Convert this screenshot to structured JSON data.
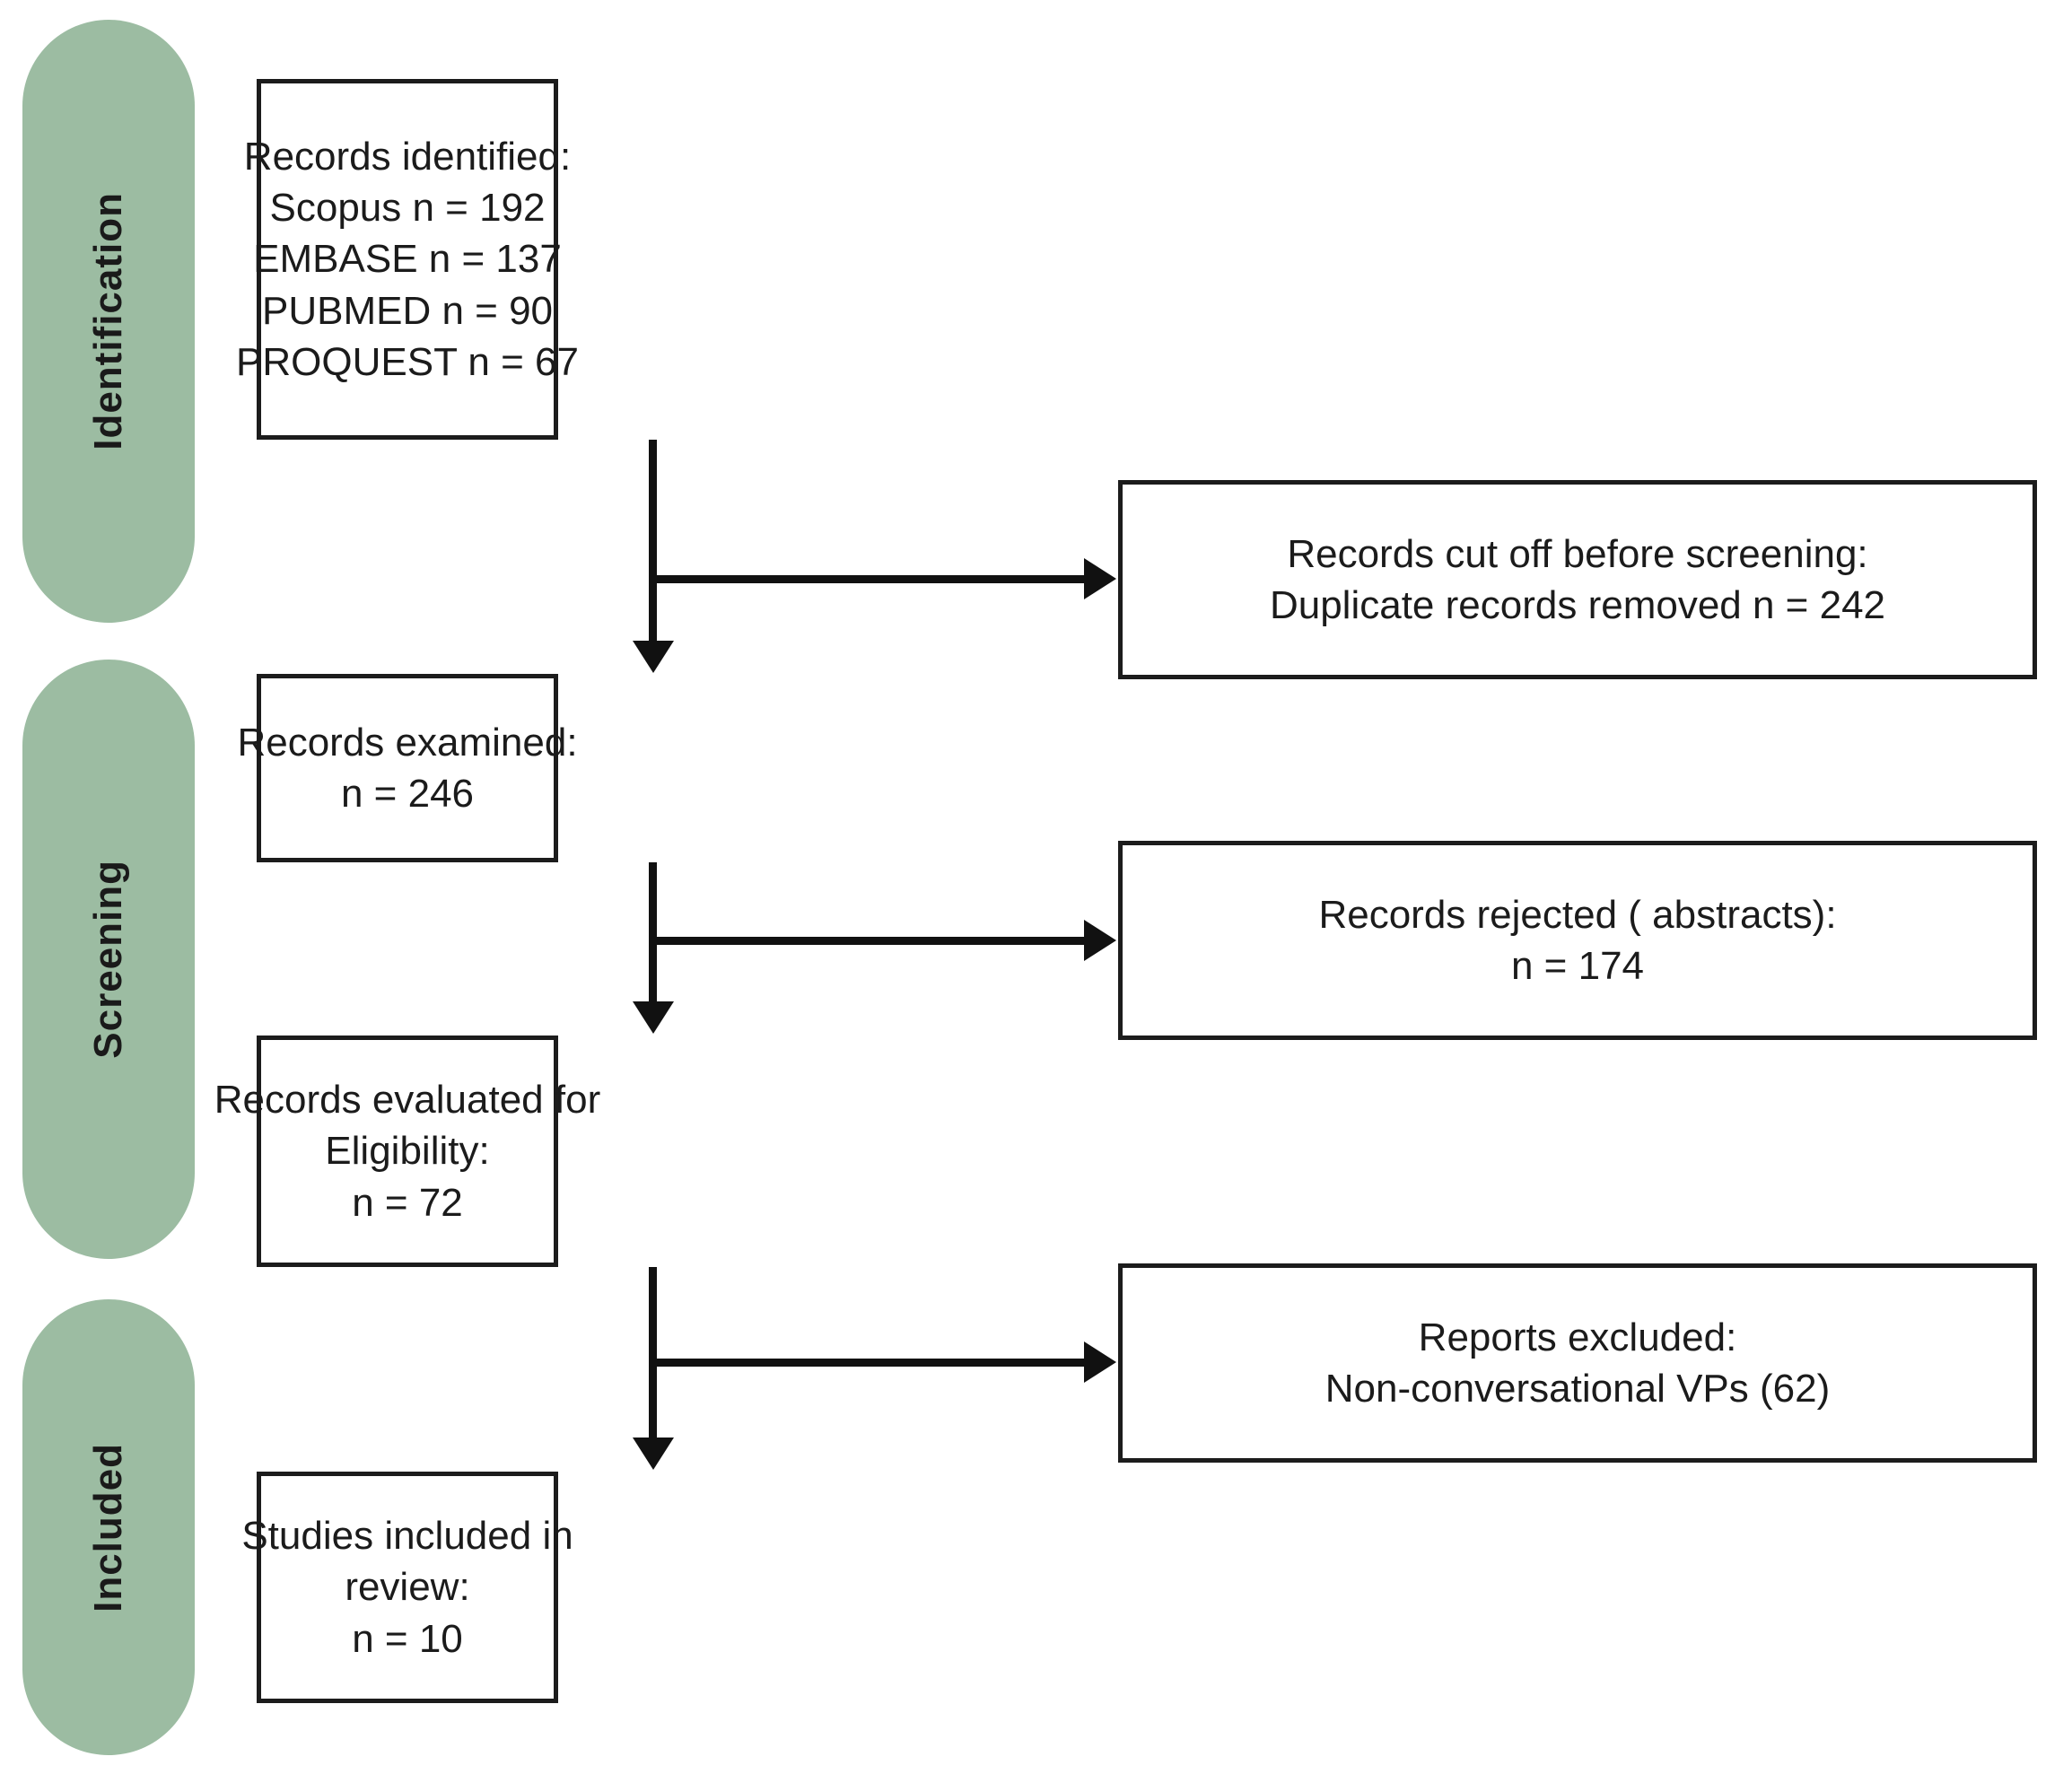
{
  "theme": {
    "stage_pill_color": "#9cbca2",
    "box_border_color": "#1c1c1c",
    "connector_color": "#111111",
    "text_color": "#1b1b1b",
    "background": "#ffffff"
  },
  "stages": [
    {
      "label": "Identification"
    },
    {
      "label": "Screening"
    },
    {
      "label": "Included"
    }
  ],
  "flow_boxes": [
    {
      "id": "records-identified",
      "lines": [
        "Records identified:",
        "Scopus n = 192",
        "EMBASE n = 137",
        "PUBMED n = 90",
        "PROQUEST n = 67"
      ]
    },
    {
      "id": "records-examined",
      "lines": [
        "Records examined:",
        "n = 246"
      ]
    },
    {
      "id": "records-evaluated-eligibility",
      "lines": [
        "Records evaluated for",
        "Eligibility:",
        "n = 72"
      ]
    },
    {
      "id": "studies-included-review",
      "lines": [
        "Studies included in",
        "review:",
        "n = 10"
      ]
    }
  ],
  "exclusion_boxes": [
    {
      "id": "records-cut-off",
      "lines": [
        "Records cut off before screening:",
        "Duplicate records removed n = 242"
      ]
    },
    {
      "id": "records-rejected",
      "lines": [
        "Records rejected ( abstracts):",
        "n = 174"
      ]
    },
    {
      "id": "reports-excluded",
      "lines": [
        "Reports excluded:",
        "Non-conversational VPs (62)"
      ]
    }
  ]
}
